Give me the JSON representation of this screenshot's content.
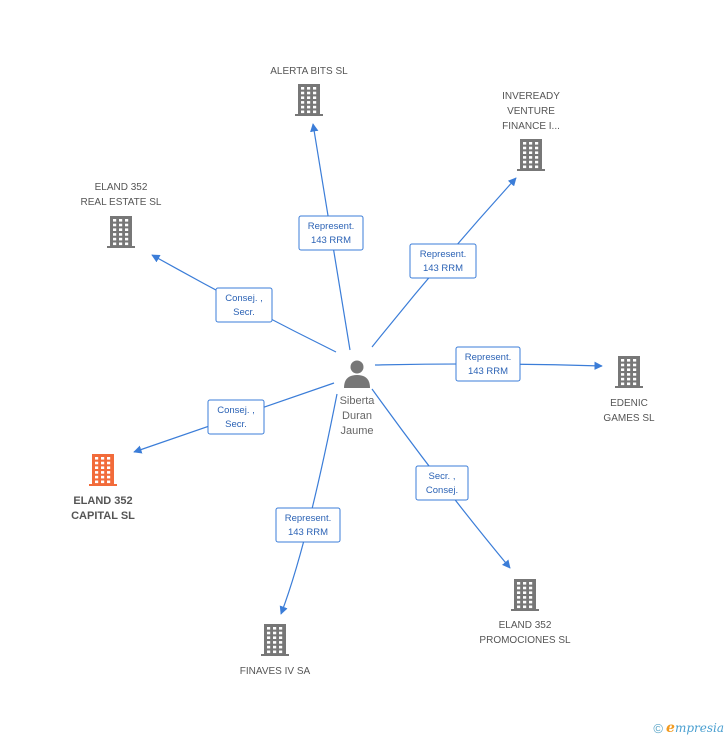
{
  "center": {
    "lines": [
      "Siberta",
      "Duran",
      "Jaume"
    ]
  },
  "nodes": [
    {
      "id": "alerta",
      "lines": [
        "ALERTA BITS SL"
      ],
      "highlight": false
    },
    {
      "id": "inveready",
      "lines": [
        "INVEREADY",
        "VENTURE",
        "FINANCE I..."
      ],
      "highlight": false
    },
    {
      "id": "realestate",
      "lines": [
        "ELAND 352",
        "REAL ESTATE SL"
      ],
      "highlight": false
    },
    {
      "id": "edenic",
      "lines": [
        "EDENIC",
        "GAMES SL"
      ],
      "highlight": false
    },
    {
      "id": "capital",
      "lines": [
        "ELAND 352",
        "CAPITAL SL"
      ],
      "highlight": true
    },
    {
      "id": "promociones",
      "lines": [
        "ELAND 352",
        "PROMOCIONES SL"
      ],
      "highlight": false
    },
    {
      "id": "finaves",
      "lines": [
        "FINAVES IV SA"
      ],
      "highlight": false
    }
  ],
  "edges": [
    {
      "to": "alerta",
      "label": [
        "Represent.",
        "143 RRM"
      ]
    },
    {
      "to": "inveready",
      "label": [
        "Represent.",
        "143 RRM"
      ]
    },
    {
      "to": "realestate",
      "label": [
        "Consej. ,",
        "Secr."
      ]
    },
    {
      "to": "edenic",
      "label": [
        "Represent.",
        "143 RRM"
      ]
    },
    {
      "to": "capital",
      "label": [
        "Consej. ,",
        "Secr."
      ]
    },
    {
      "to": "promociones",
      "label": [
        "Secr. ,",
        "Consej."
      ]
    },
    {
      "to": "finaves",
      "label": [
        "Represent.",
        "143 RRM"
      ]
    }
  ],
  "colors": {
    "edge": "#3b7dd8",
    "building": "#777777",
    "building_highlight": "#f26b3a",
    "person": "#777777"
  },
  "footer": {
    "copyright": "©",
    "brand_initial": "e",
    "brand_rest": "mpresia"
  }
}
